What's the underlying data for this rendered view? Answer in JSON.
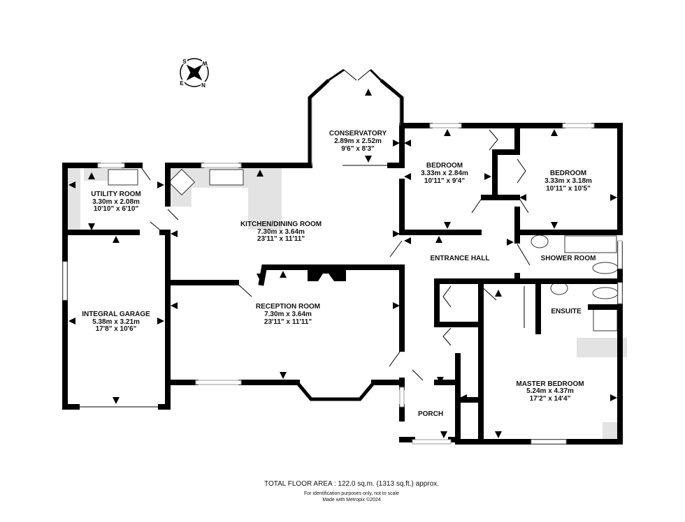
{
  "compass": {
    "labels": [
      "S",
      "W",
      "E",
      "N"
    ]
  },
  "rooms": [
    {
      "id": "conservatory",
      "name": "CONSERVATORY",
      "metric": "2.89m  x 2.52m",
      "imperial": "9'6\"  x 8'3\""
    },
    {
      "id": "bedroom-1",
      "name": "BEDROOM",
      "metric": "3.33m  x 2.84m",
      "imperial": "10'11\"  x 9'4\""
    },
    {
      "id": "bedroom-2",
      "name": "BEDROOM",
      "metric": "3.33m  x 3.18m",
      "imperial": "10'11\"  x 10'5\""
    },
    {
      "id": "utility-room",
      "name": "UTILITY ROOM",
      "metric": "3.30m  x 2.08m",
      "imperial": "10'10\"  x 6'10\""
    },
    {
      "id": "kitchen-dining-room",
      "name": "KITCHEN/DINING ROOM",
      "metric": "7.30m  x 3.64m",
      "imperial": "23'11\"  x 11'11\""
    },
    {
      "id": "reception-room",
      "name": "RECEPTION ROOM",
      "metric": "7.30m  x 3.64m",
      "imperial": "23'11\"  x 11'11\""
    },
    {
      "id": "integral-garage",
      "name": "INTEGRAL GARAGE",
      "metric": "5.38m  x 3.21m",
      "imperial": "17'8\"  x 10'6\""
    },
    {
      "id": "master-bedroom",
      "name": "MASTER BEDROOM",
      "metric": "5.24m  x 4.37m",
      "imperial": "17'2\"  x 14'4\""
    }
  ],
  "labels": {
    "entrance_hall": "ENTRANCE HALL",
    "shower_room": "SHOWER ROOM",
    "ensuite": "ENSUITE",
    "porch": "PORCH"
  },
  "footer": {
    "total_area": "TOTAL FLOOR AREA : 122.0 sq.m. (1313 sq.ft.) approx.",
    "disclaimer": "For identification purposes only, not to scale",
    "credit": "Made with Metropix ©2024"
  }
}
